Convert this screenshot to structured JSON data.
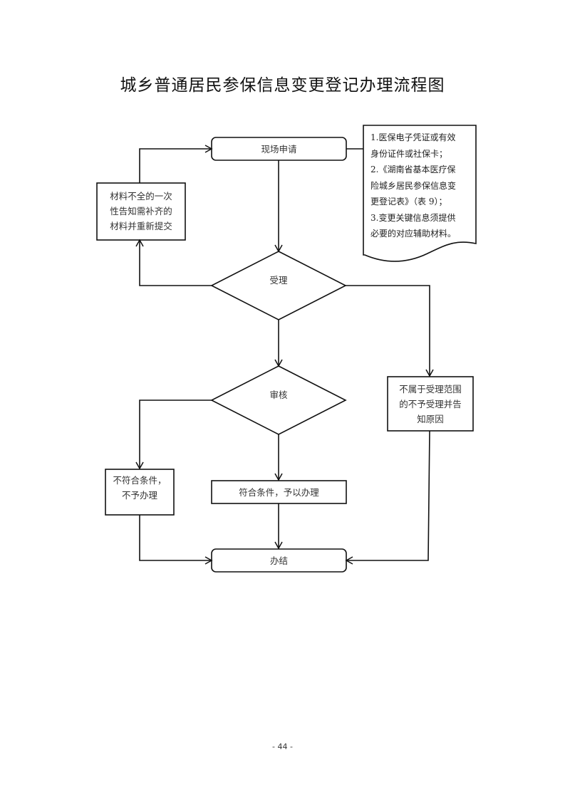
{
  "title": "城乡普通居民参保信息变更登记办理流程图",
  "nodes": {
    "apply": "现场申请",
    "documents": [
      "1.医保电子凭证或有效",
      "身份证件或社保卡；",
      "2.《湖南省基本医疗保",
      "险城乡居民参保信息变",
      "更登记表》（表 9）；",
      "3.变更关键信息须提供",
      "必要的对应辅助材料。"
    ],
    "incomplete": [
      "材料不全的一次",
      "性告知需补齐的",
      "材料并重新提交"
    ],
    "accept": "受理",
    "out_of_scope": [
      "不属于受理范围",
      "的不予受理并告",
      "知原因"
    ],
    "review": "审核",
    "rejected": [
      "不符合条件，",
      "不予办理"
    ],
    "approved": "符合条件，予以办理",
    "done": "办结"
  },
  "page_number": "- 44 -"
}
